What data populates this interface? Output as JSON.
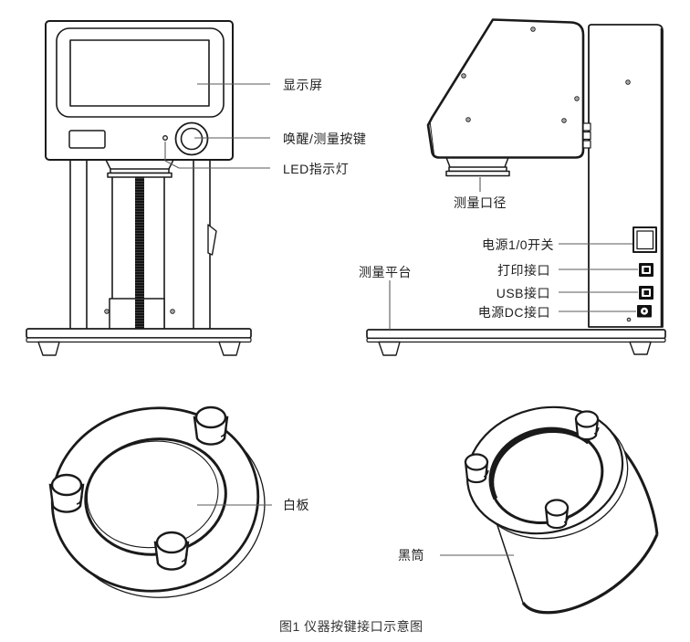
{
  "caption": "图1 仪器按键接口示意图",
  "front_view": {
    "labels": {
      "display_screen": "显示屏",
      "wake_measure_button": "唤醒/测量按键",
      "led_indicator": "LED指示灯"
    }
  },
  "side_view": {
    "labels": {
      "measure_aperture": "测量口径",
      "power_switch": "电源1/0开关",
      "print_port": "打印接口",
      "measure_platform": "测量平台",
      "usb_port": "USB接口",
      "dc_power_port": "电源DC接口"
    }
  },
  "accessories": {
    "labels": {
      "white_board": "白板",
      "black_cylinder": "黑筒"
    }
  },
  "colors": {
    "ink": "#1a1a1a",
    "leader": "#5a5a5a",
    "text": "#1f1f1f",
    "background": "#ffffff"
  }
}
